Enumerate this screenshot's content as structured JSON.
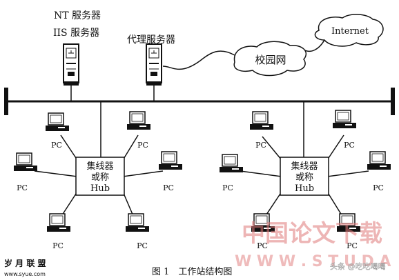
{
  "servers": {
    "nt_label": "NT 服务器",
    "iis_label": "IIS 服务器",
    "proxy_label": "代理服务器"
  },
  "network": {
    "campus": "校园网",
    "internet": "Internet"
  },
  "hubs": [
    {
      "line1": "集线器",
      "line2": "或称",
      "line3": "Hub"
    },
    {
      "line1": "集线器",
      "line2": "或称",
      "line3": "Hub"
    }
  ],
  "pc_label": "PC",
  "caption": "图 1　工作站结构图",
  "watermark": {
    "corner": "岁 月 联 盟",
    "corner_url": "www.syue.com",
    "chinese": "中国论文下载",
    "latin": "W W W . S T U D A",
    "handle": "头条 @吃吃喝喝"
  }
}
